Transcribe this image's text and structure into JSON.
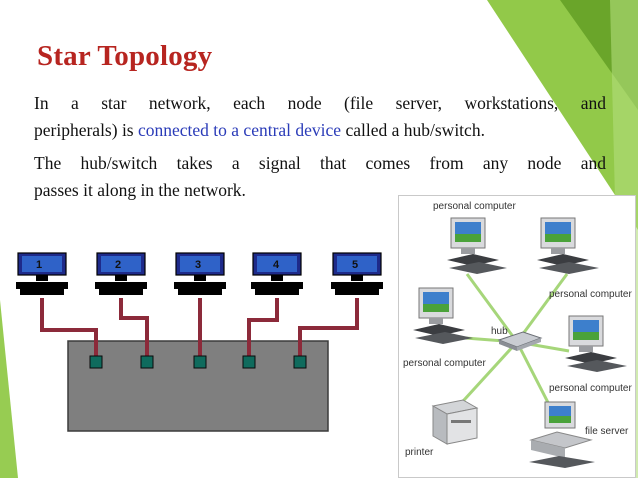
{
  "slide": {
    "title": "Star Topology",
    "paragraph1": {
      "line1": "In a star network, each node (file server, workstations, and",
      "line2_before": "peripherals) is ",
      "line2_highlight": "connected to a central device",
      "line2_after": " called a hub/switch."
    },
    "paragraph2": {
      "line1": "The hub/switch takes a signal that comes from any node and",
      "line2": "passes it along in the network."
    }
  },
  "figure_bus": {
    "nodes": [
      "1",
      "2",
      "3",
      "4",
      "5"
    ]
  },
  "figure_star": {
    "labels": {
      "pc_top": "personal computer",
      "pc_right_top": "personal computer",
      "hub": "hub",
      "pc_left": "personal computer",
      "pc_right_bottom": "personal computer",
      "file_server": "file server",
      "printer": "printer"
    }
  },
  "theme": {
    "title_color": "#b72520",
    "highlight_color": "#2a3bb8",
    "accent_green": "#8cc63f",
    "cable_color": "#8c2a3a",
    "star_cable_color": "#a6d67a"
  }
}
